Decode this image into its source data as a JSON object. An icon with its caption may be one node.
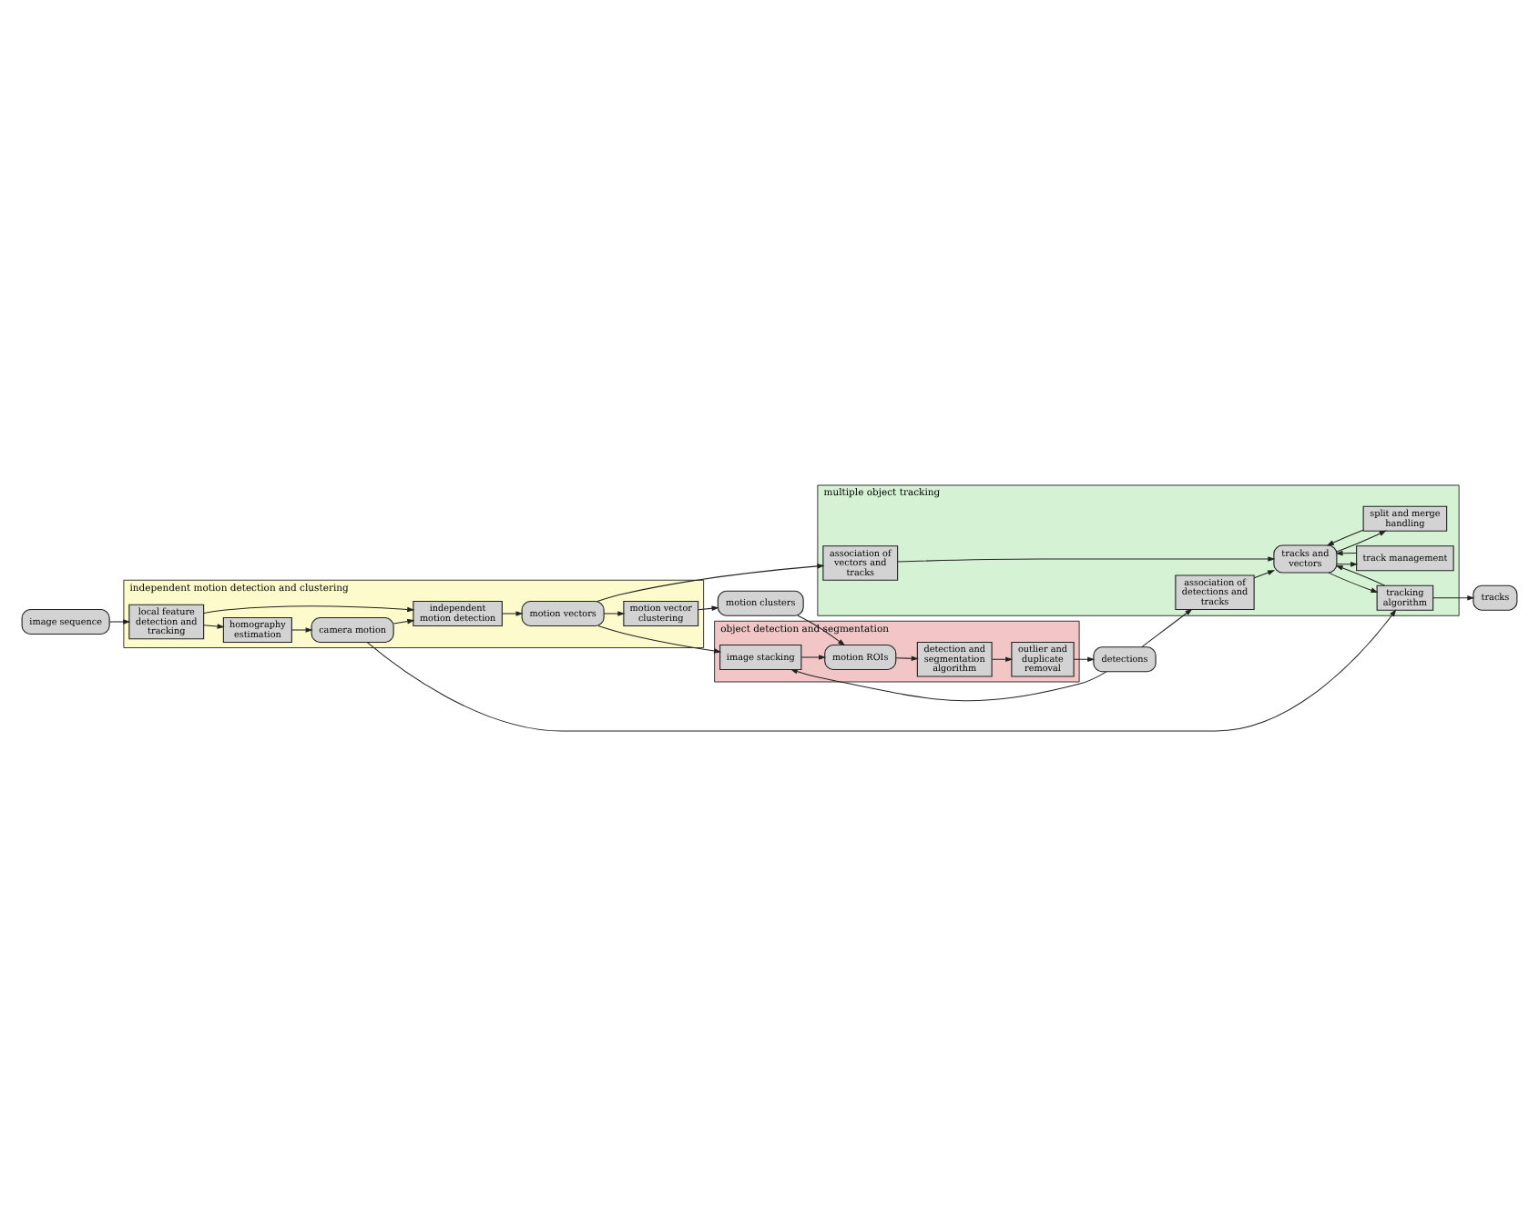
{
  "diagram": {
    "nodes": [
      {
        "text": [
          "multiple object tracking"
        ]
      },
      {
        "text": [
          "association of vectors and tracks"
        ],
        "in": 0
      },
      {
        "text": [
          "association of detections and tracks"
        ],
        "in": 0
      },
      {
        "text": [
          "tracks and vectors"
        ],
        "in": 0
      },
      {
        "text": [
          "split and merge handling"
        ],
        "in": 0
      },
      {
        "text": [
          "track management"
        ],
        "in": 0
      },
      {
        "text": [
          "tracking algorithm"
        ],
        "in": 0
      },
      {
        "text": [
          "tracks"
        ]
      },
      {
        "text": [
          "object detection and segmentation"
        ]
      },
      {
        "text": [
          "image stacking"
        ],
        "in": 8
      },
      {
        "text": [
          "motion ROIs"
        ],
        "in": 8
      },
      {
        "text": [
          "detection and segmentation algorithm"
        ],
        "in": 8
      },
      {
        "text": [
          "outlier and duplicate removal"
        ],
        "in": 8
      },
      {
        "text": [
          "detections"
        ]
      },
      {
        "text": [
          "independent motion detection and clustering"
        ]
      },
      {
        "text": [
          "homography estimation"
        ],
        "in": 14
      },
      {
        "text": [
          "camera motion"
        ],
        "in": 14
      },
      {
        "text": [
          "local feature detection and tracking"
        ],
        "in": 14
      },
      {
        "text": [
          "independent motion detection"
        ],
        "in": 14
      },
      {
        "text": [
          "motion vectors"
        ],
        "in": 14
      },
      {
        "text": [
          "motion vector clustering"
        ],
        "in": 14
      },
      {
        "text": [
          "image sequence"
        ]
      },
      {
        "text": [
          "motion clusters"
        ]
      }
    ],
    "edges": [
      {
        "from": 1,
        "to": 3,
        "arrow": "to"
      },
      {
        "from": 2,
        "to": 3,
        "arrow": "to"
      },
      {
        "from": 3,
        "to": 4,
        "arrow": "to"
      },
      {
        "from": 4,
        "to": 3,
        "arrow": "to"
      },
      {
        "from": 3,
        "to": 5,
        "arrow": "to"
      },
      {
        "from": 5,
        "to": 3,
        "arrow": "to"
      },
      {
        "from": 3,
        "to": 6,
        "arrow": "to"
      },
      {
        "from": 6,
        "to": 3,
        "arrow": "to"
      },
      {
        "from": 6,
        "to": 7,
        "arrow": "to"
      },
      {
        "from": 16,
        "to": 6,
        "arrow": "to"
      },
      {
        "from": 13,
        "to": 2,
        "arrow": "to"
      },
      {
        "from": 13,
        "to": 9,
        "arrow": "to"
      },
      {
        "from": 19,
        "to": 1,
        "arrow": "to"
      },
      {
        "from": 19,
        "to": 9,
        "arrow": "to"
      },
      {
        "from": 22,
        "to": 10,
        "arrow": "to"
      },
      {
        "from": 9,
        "to": 10,
        "arrow": "to"
      },
      {
        "from": 10,
        "to": 11,
        "arrow": "to"
      },
      {
        "from": 11,
        "to": 12,
        "arrow": "to"
      },
      {
        "from": 12,
        "to": 13,
        "arrow": "to"
      },
      {
        "from": 17,
        "to": 15,
        "arrow": "to"
      },
      {
        "from": 15,
        "to": 16,
        "arrow": "to"
      },
      {
        "from": 16,
        "to": 18,
        "arrow": "to"
      },
      {
        "from": 17,
        "to": 18,
        "arrow": "to"
      },
      {
        "from": 21,
        "to": 17,
        "arrow": "to"
      },
      {
        "from": 18,
        "to": 19,
        "arrow": "to"
      },
      {
        "from": 19,
        "to": 20,
        "arrow": "to"
      },
      {
        "from": 20,
        "to": 22,
        "arrow": "to"
      }
    ]
  }
}
